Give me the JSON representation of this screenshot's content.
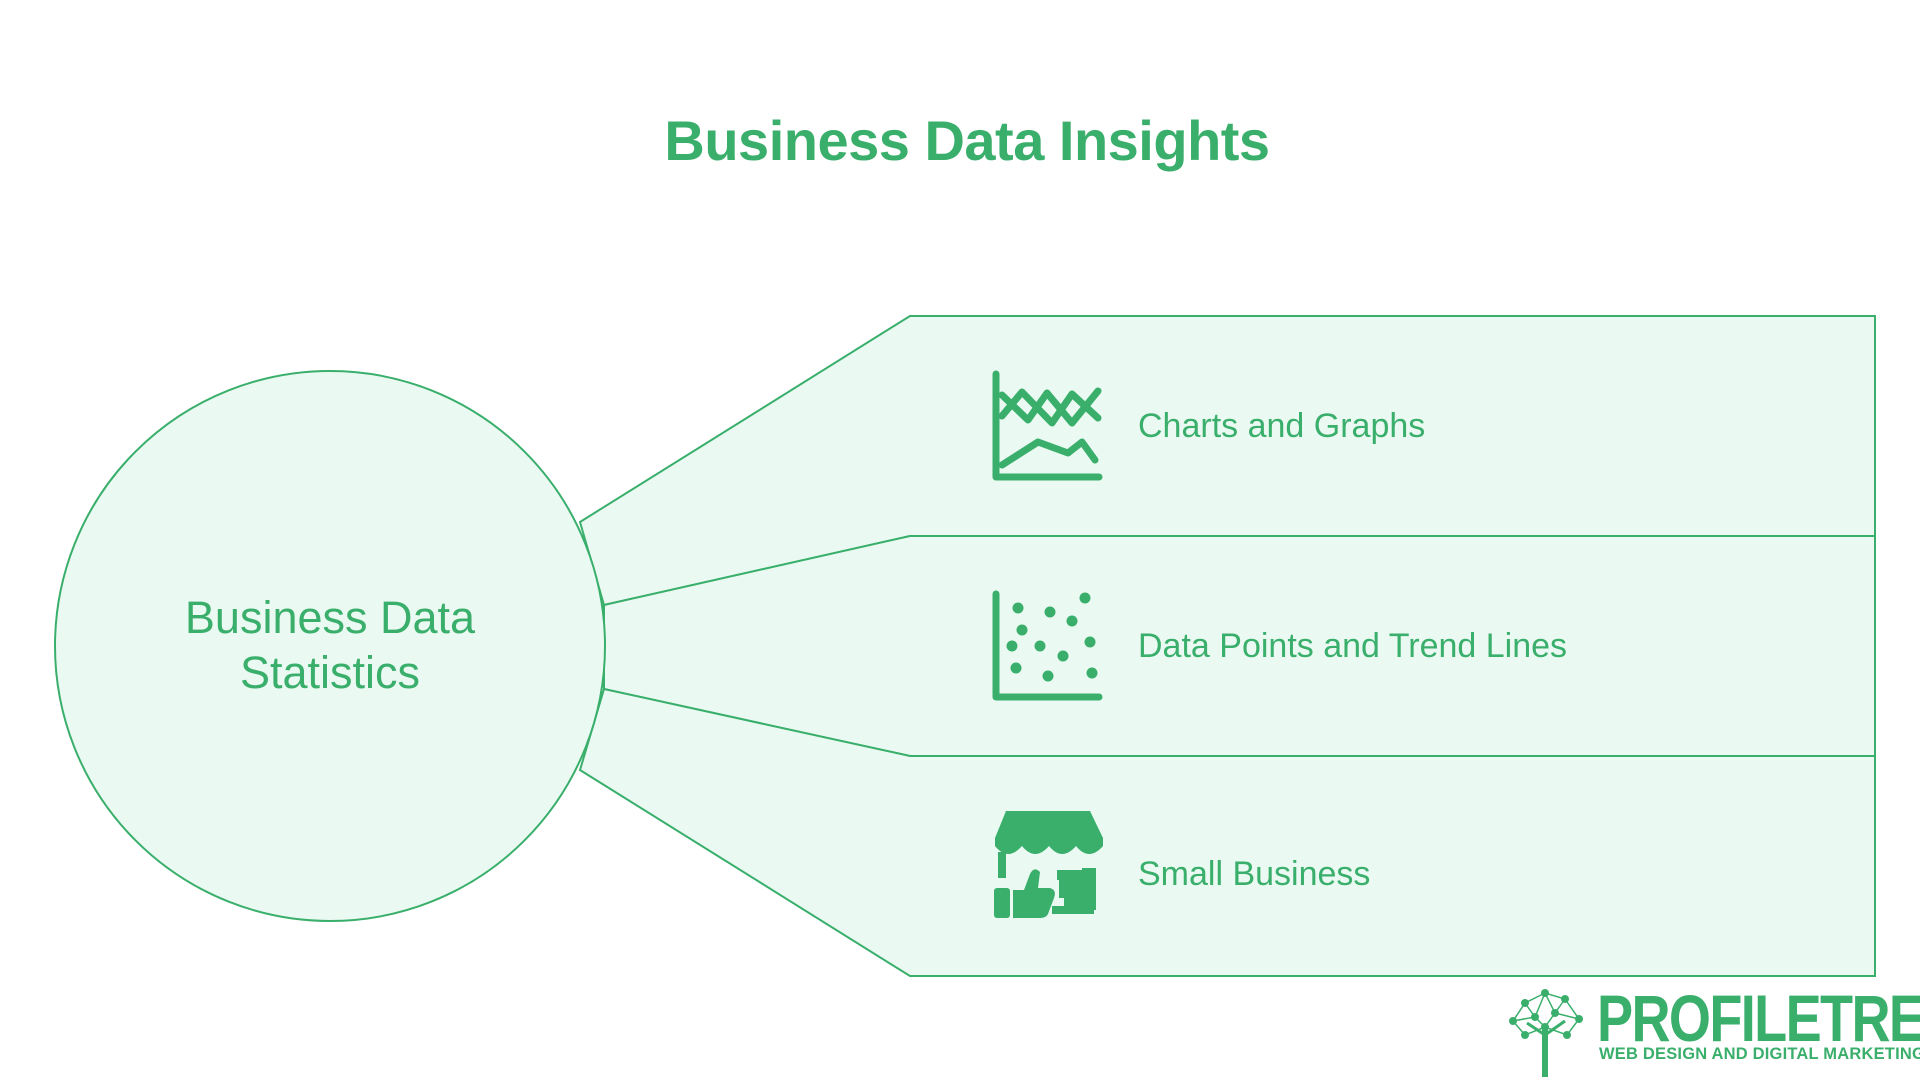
{
  "title": "Business Data Insights",
  "hub": {
    "label": "Business Data Statistics"
  },
  "branches": [
    {
      "label": "Charts and Graphs",
      "icon": "line-chart-icon"
    },
    {
      "label": "Data Points and Trend Lines",
      "icon": "scatter-plot-icon"
    },
    {
      "label": "Small Business",
      "icon": "storefront-thumbs-up-icon"
    }
  ],
  "logo": {
    "wordmark": "PROFILETREE",
    "tagline": "WEB DESIGN AND DIGITAL MARKETING",
    "icon": "tree-network-icon"
  },
  "colors": {
    "accent": "#3aaf6c",
    "fill": "#eafaf2",
    "background": "#ffffff"
  }
}
